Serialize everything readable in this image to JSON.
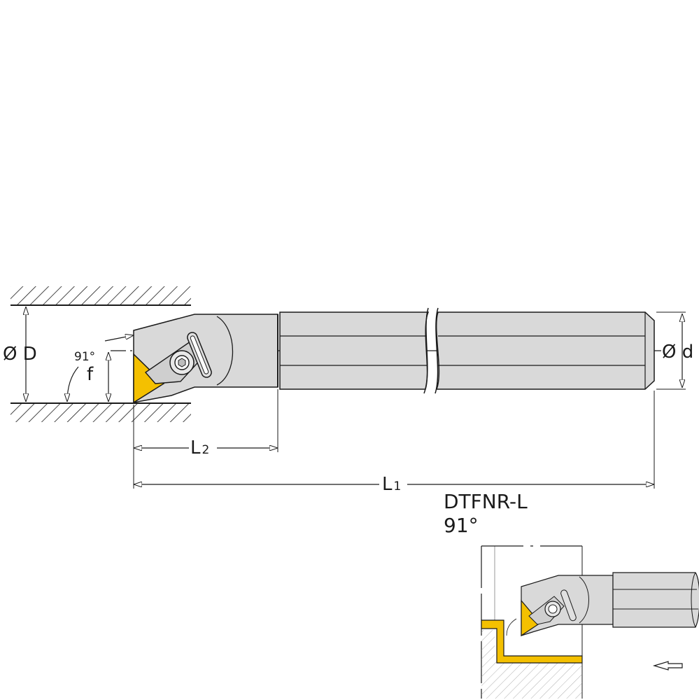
{
  "labels": {
    "bore_diameter": "Ø D",
    "shank_diameter": "Ø d",
    "lead_angle": "91°",
    "offset": "f",
    "head_length_main": "L",
    "head_length_sub": "2",
    "total_length_main": "L",
    "total_length_sub": "1"
  },
  "caption": {
    "model": "DTFNR-L",
    "angle": "91°"
  },
  "colors": {
    "insert": "#f4c000",
    "body": "#d9d9d9",
    "line": "#1a1a1a"
  }
}
